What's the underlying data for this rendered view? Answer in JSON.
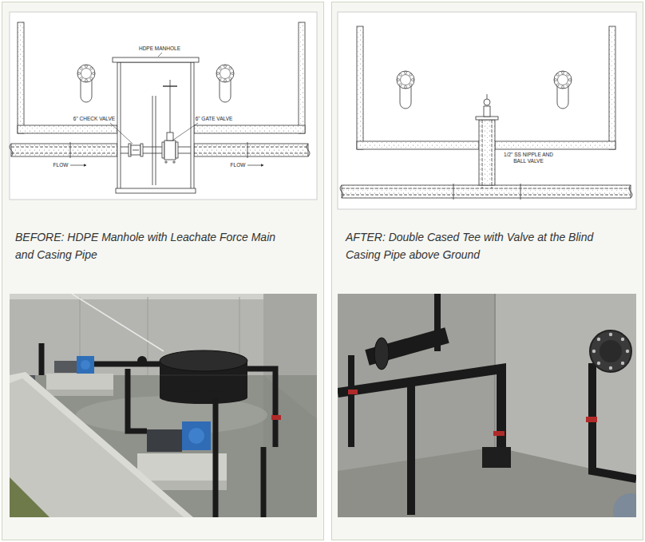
{
  "diagram": {
    "nodes": [
      {
        "text": [
          "BEFORE: HDPE Manhole with Leachate Force Main and Casing Pipe"
        ]
      },
      {
        "text": [
          "AFTER: Double Cased Tee with Valve at the Blind Casing Pipe above Ground"
        ]
      }
    ],
    "labels": [
      "HDPE MANHOLE",
      "6\" CHECK VALVE",
      "6\" GATE VALVE",
      "FLOW",
      "FLOW",
      "1/2\" SS NIPPLE AND BALL VALVE"
    ]
  }
}
